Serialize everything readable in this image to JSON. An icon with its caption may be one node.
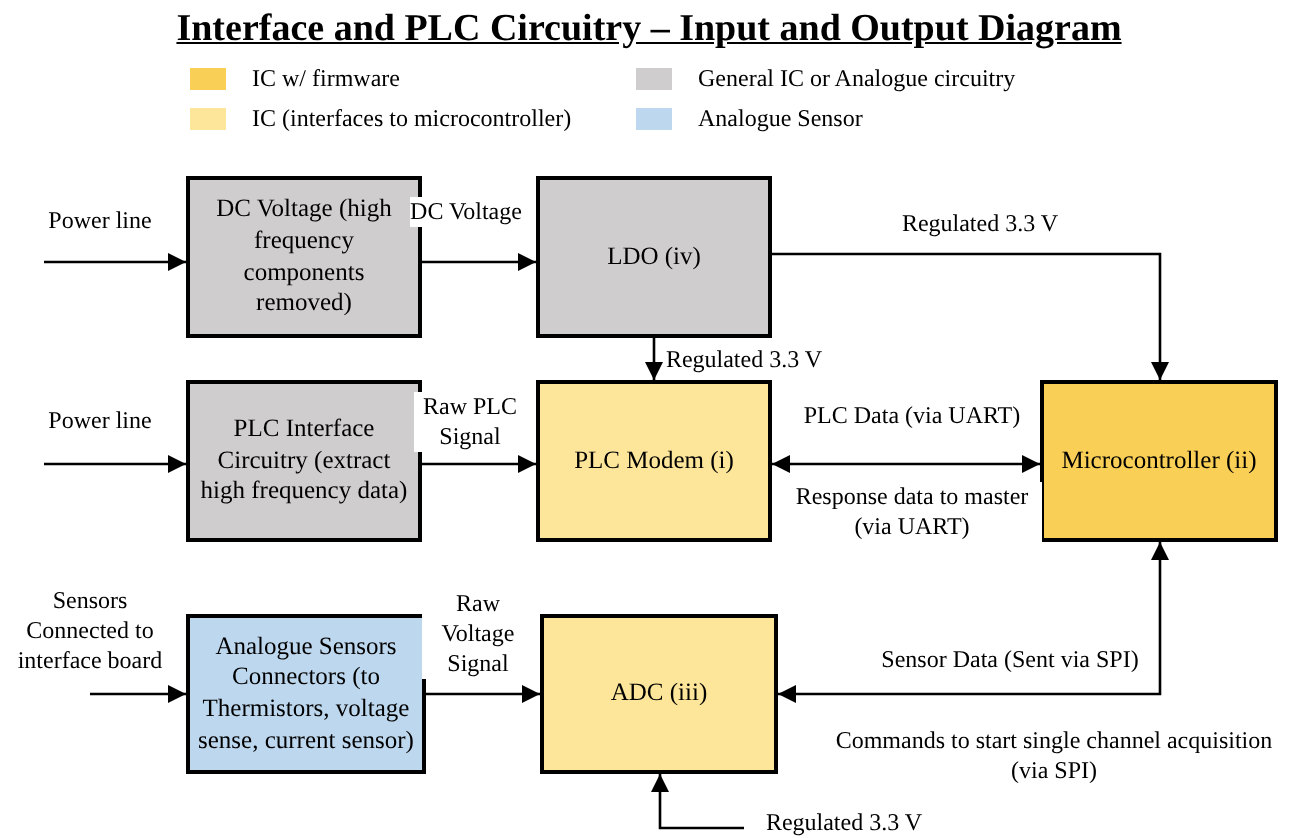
{
  "diagram": {
    "title": "Interface and PLC Circuitry – Input and Output Diagram",
    "nodes": [
      {
        "text": [
          "Power line"
        ]
      },
      {
        "text": [
          "DC Voltage (high frequency components removed)"
        ]
      },
      {
        "text": [
          "LDO (iv)"
        ]
      },
      {
        "text": [
          "Power line"
        ]
      },
      {
        "text": [
          "PLC Interface Circuitry (extract high frequency data)"
        ]
      },
      {
        "text": [
          "PLC Modem (i)"
        ]
      },
      {
        "text": [
          "Microcontroller (ii)"
        ]
      },
      {
        "text": [
          "Sensors Connected to interface board"
        ]
      },
      {
        "text": [
          "Analogue Sensors Connectors (to Thermistors, voltage sense, current sensor)"
        ]
      },
      {
        "text": [
          "ADC (iii)"
        ]
      },
      {
        "text": [
          "Regulated 3.3 V"
        ]
      }
    ],
    "edges": [
      {
        "from": 0,
        "to": 1,
        "arrow": "to"
      },
      {
        "from": 1,
        "to": 2,
        "arrow": "to",
        "label": "DC Voltage"
      },
      {
        "from": 2,
        "to": 6,
        "arrow": "to",
        "label": "Regulated 3.3 V"
      },
      {
        "from": 2,
        "to": 5,
        "arrow": "to",
        "label": "Regulated 3.3 V"
      },
      {
        "from": 3,
        "to": 4,
        "arrow": "to"
      },
      {
        "from": 4,
        "to": 5,
        "arrow": "to",
        "label": "Raw PLC Signal"
      },
      {
        "from": 5,
        "to": 6,
        "arrow": "both",
        "label": "PLC Data (via UART)"
      },
      {
        "from": 7,
        "to": 8,
        "arrow": "to"
      },
      {
        "from": 8,
        "to": 9,
        "arrow": "to",
        "label": "Raw Voltage Signal"
      },
      {
        "from": 9,
        "to": 6,
        "arrow": "both",
        "label": "Sensor Data (Sent via SPI)"
      },
      {
        "from": 10,
        "to": 9,
        "arrow": "to"
      }
    ],
    "labels": [
      "Response data to master (via UART)",
      "Commands to start single channel acquisition (via SPI)"
    ],
    "legend": [
      {
        "text": "IC w/ firmware",
        "color": "#f9cf55"
      },
      {
        "text": "IC (interfaces to microcontroller)",
        "color": "#fde59a"
      },
      {
        "text": "General IC or Analogue circuitry",
        "color": "#cfcdcd"
      },
      {
        "text": "Analogue Sensor",
        "color": "#bdd7ee"
      }
    ]
  }
}
